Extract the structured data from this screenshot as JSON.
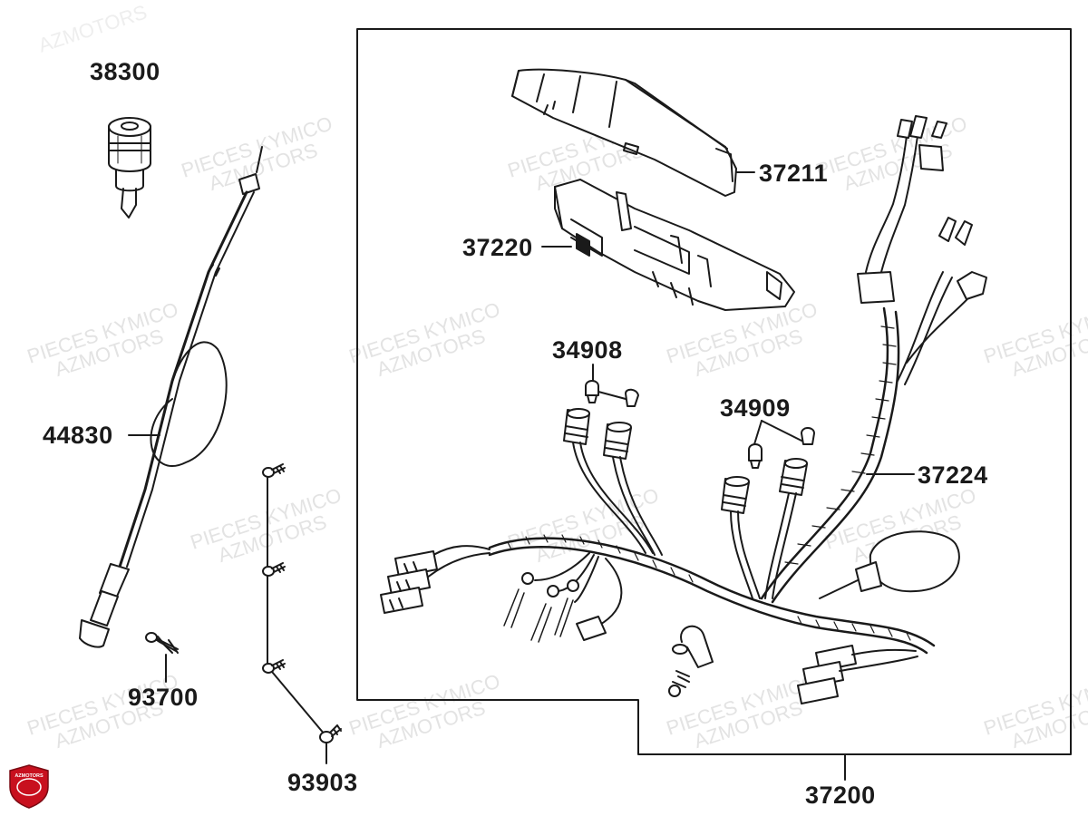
{
  "watermark": {
    "line1": "PIECES KYMICO",
    "line2": "AZMOTORS"
  },
  "logo_text": "AZMOTORS",
  "colors": {
    "ink": "#1a1a1a",
    "logo_red": "#c8101e",
    "watermark": "#e3e3e3"
  },
  "parts": {
    "p38300": "38300",
    "p44830": "44830",
    "p93700": "93700",
    "p93903": "93903",
    "p37211": "37211",
    "p37220": "37220",
    "p34908": "34908",
    "p34909": "34909",
    "p37224": "37224",
    "p37200": "37200"
  }
}
